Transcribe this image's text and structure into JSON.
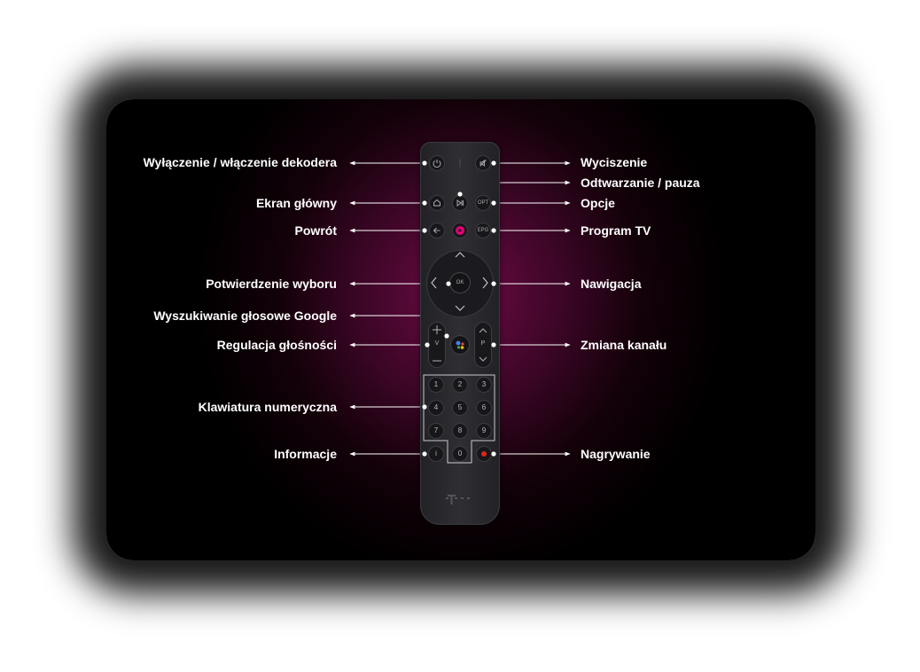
{
  "labels": {
    "power": "Wyłączenie / włączenie dekodera",
    "home": "Ekran główny",
    "back": "Powrót",
    "ok": "Potwierdzenie wyboru",
    "voice": "Wyszukiwanie głosowe Google",
    "volume": "Regulacja głośności",
    "numpad": "Klawiatura numeryczna",
    "info": "Informacje",
    "mute": "Wyciszenie",
    "playpause": "Odtwarzanie / pauza",
    "options": "Opcje",
    "epg": "Program TV",
    "navigation": "Nawigacja",
    "channel": "Zmiana kanału",
    "record": "Nagrywanie"
  },
  "buttons": {
    "opt": "OPT",
    "epg": "EPG",
    "ok": "OK",
    "vol_letter": "V",
    "ch_letter": "P",
    "info": "i",
    "digits": [
      "1",
      "2",
      "3",
      "4",
      "5",
      "6",
      "7",
      "8",
      "9",
      "0"
    ]
  },
  "icons": [
    "power-icon",
    "mic-icon",
    "mute-icon",
    "home-icon",
    "play-pause-icon",
    "back-icon",
    "netflix-style-icon",
    "arrow-up-icon",
    "arrow-down-icon",
    "arrow-left-icon",
    "arrow-right-icon",
    "google-assistant-icon",
    "plus-icon",
    "minus-icon",
    "record-icon",
    "telekom-logo-icon"
  ],
  "colors": {
    "accent_magenta": "#e20074",
    "record_red": "#e2231a",
    "background": "#000000"
  }
}
